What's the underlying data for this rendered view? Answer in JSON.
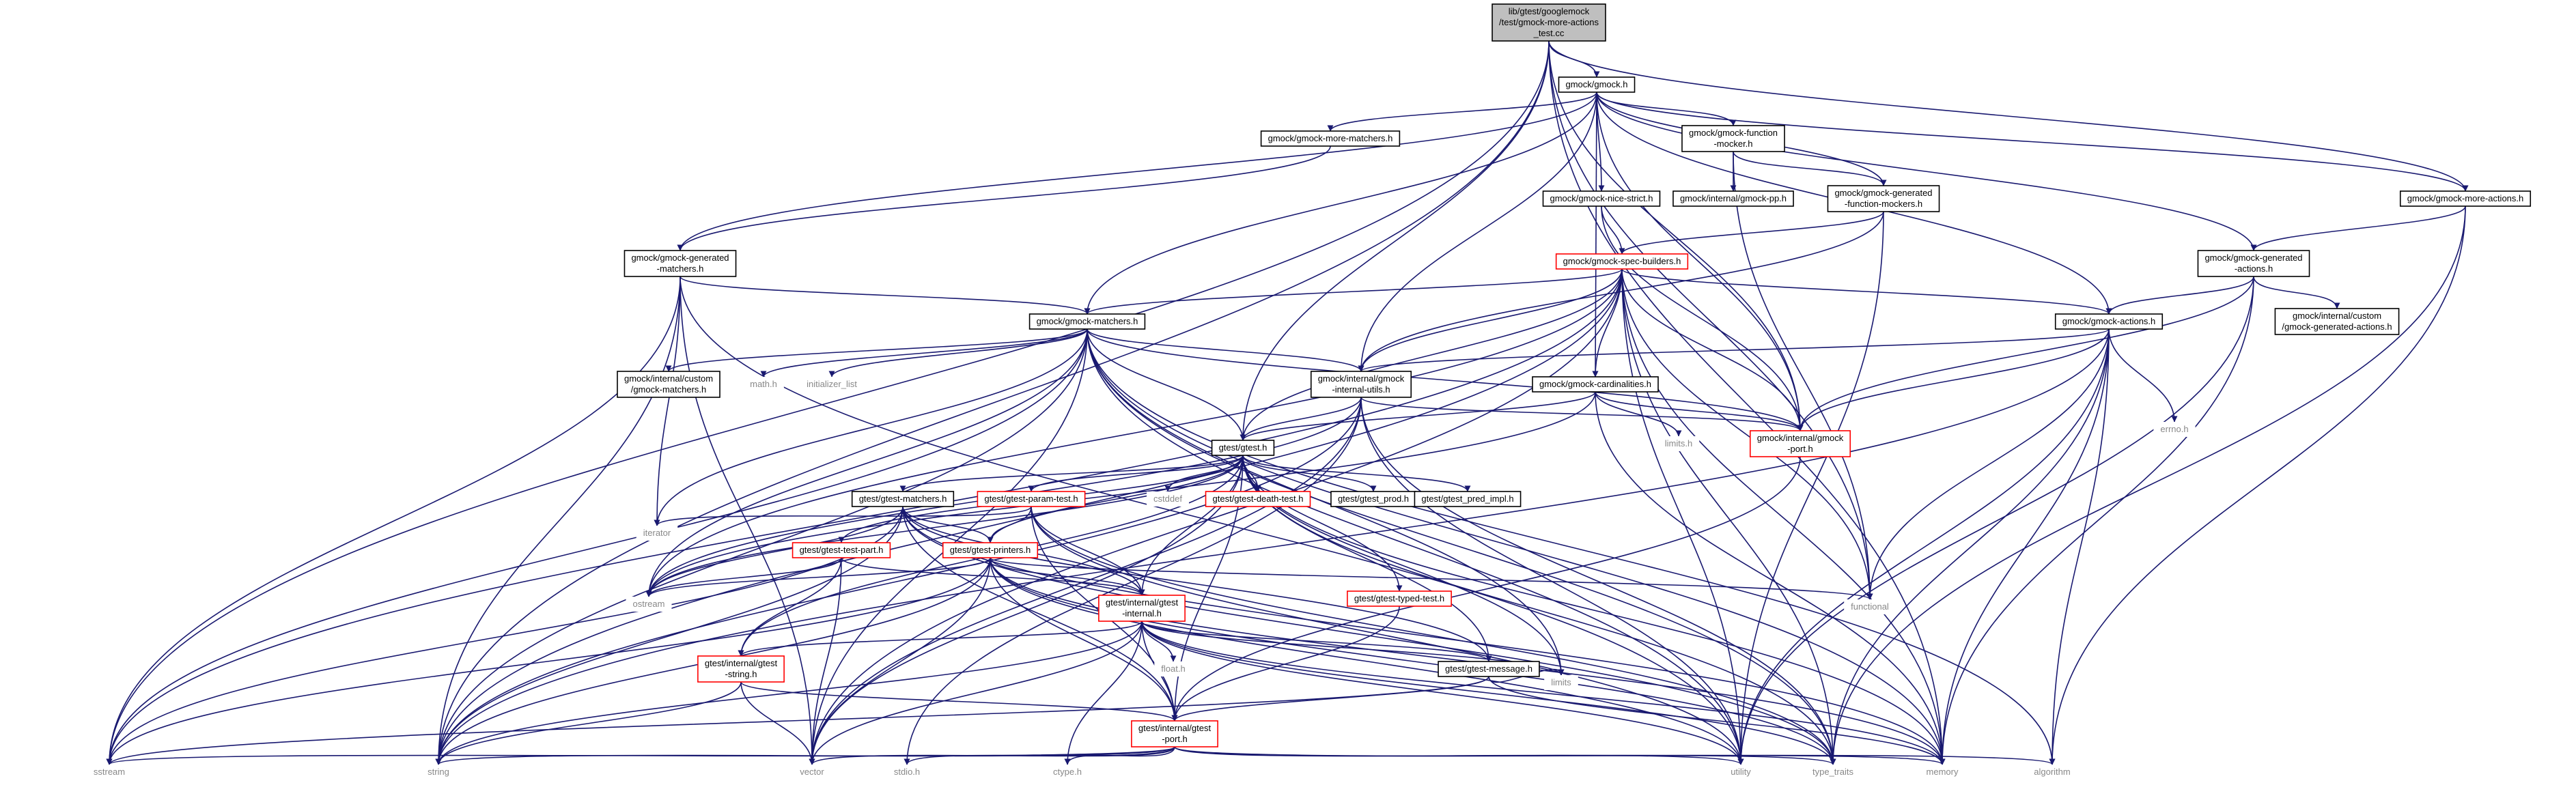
{
  "graph": {
    "colors": {
      "edge": "#191970",
      "root_fill": "#bfbfbf",
      "box_border": "#000000",
      "missing_border": "#ff0000",
      "plain_text": "#888888"
    },
    "nodes": [
      {
        "id": "root",
        "kind": "root",
        "lines": [
          "lib/gtest/googlemock",
          "/test/gmock-more-actions",
          "_test.cc"
        ]
      },
      {
        "id": "gmock_h",
        "kind": "box",
        "lines": [
          "gmock/gmock.h"
        ]
      },
      {
        "id": "more_matchers",
        "kind": "box",
        "lines": [
          "gmock/gmock-more-matchers.h"
        ]
      },
      {
        "id": "function_mocker",
        "kind": "box",
        "lines": [
          "gmock/gmock-function",
          "-mocker.h"
        ]
      },
      {
        "id": "nice_strict",
        "kind": "box",
        "lines": [
          "gmock/gmock-nice-strict.h"
        ]
      },
      {
        "id": "gmock_pp",
        "kind": "box",
        "lines": [
          "gmock/internal/gmock-pp.h"
        ]
      },
      {
        "id": "gen_fn_mockers",
        "kind": "box",
        "lines": [
          "gmock/gmock-generated",
          "-function-mockers.h"
        ]
      },
      {
        "id": "more_actions",
        "kind": "box",
        "lines": [
          "gmock/gmock-more-actions.h"
        ]
      },
      {
        "id": "gen_matchers",
        "kind": "box",
        "lines": [
          "gmock/gmock-generated",
          "-matchers.h"
        ]
      },
      {
        "id": "spec_builders",
        "kind": "red",
        "lines": [
          "gmock/gmock-spec-builders.h"
        ]
      },
      {
        "id": "gen_actions",
        "kind": "box",
        "lines": [
          "gmock/gmock-generated",
          "-actions.h"
        ]
      },
      {
        "id": "custom_gen_actions",
        "kind": "box",
        "lines": [
          "gmock/internal/custom",
          "/gmock-generated-actions.h"
        ]
      },
      {
        "id": "matchers",
        "kind": "box",
        "lines": [
          "gmock/gmock-matchers.h"
        ]
      },
      {
        "id": "actions",
        "kind": "box",
        "lines": [
          "gmock/gmock-actions.h"
        ]
      },
      {
        "id": "custom_matchers",
        "kind": "box",
        "lines": [
          "gmock/internal/custom",
          "/gmock-matchers.h"
        ]
      },
      {
        "id": "math_h",
        "kind": "plain",
        "lines": [
          "math.h"
        ]
      },
      {
        "id": "initializer_list",
        "kind": "plain",
        "lines": [
          "initializer_list"
        ]
      },
      {
        "id": "internal_utils",
        "kind": "box",
        "lines": [
          "gmock/internal/gmock",
          "-internal-utils.h"
        ]
      },
      {
        "id": "cardinalities",
        "kind": "box",
        "lines": [
          "gmock/gmock-cardinalities.h"
        ]
      },
      {
        "id": "errno_h",
        "kind": "plain",
        "lines": [
          "errno.h"
        ]
      },
      {
        "id": "limits_h",
        "kind": "plain",
        "lines": [
          "limits.h"
        ]
      },
      {
        "id": "gmock_port",
        "kind": "red",
        "lines": [
          "gmock/internal/gmock",
          "-port.h"
        ]
      },
      {
        "id": "gtest_h",
        "kind": "box",
        "lines": [
          "gtest/gtest.h"
        ]
      },
      {
        "id": "cstddef",
        "kind": "plain",
        "lines": [
          "cstddef"
        ]
      },
      {
        "id": "death_test",
        "kind": "red",
        "lines": [
          "gtest/gtest-death-test.h"
        ]
      },
      {
        "id": "gtest_prod",
        "kind": "box",
        "lines": [
          "gtest/gtest_prod.h"
        ]
      },
      {
        "id": "pred_impl",
        "kind": "box",
        "lines": [
          "gtest/gtest_pred_impl.h"
        ]
      },
      {
        "id": "gtest_matchers",
        "kind": "box",
        "lines": [
          "gtest/gtest-matchers.h"
        ]
      },
      {
        "id": "param_test",
        "kind": "red",
        "lines": [
          "gtest/gtest-param-test.h"
        ]
      },
      {
        "id": "iterator",
        "kind": "plain",
        "lines": [
          "iterator"
        ]
      },
      {
        "id": "test_part",
        "kind": "red",
        "lines": [
          "gtest/gtest-test-part.h"
        ]
      },
      {
        "id": "printers",
        "kind": "red",
        "lines": [
          "gtest/gtest-printers.h"
        ]
      },
      {
        "id": "typed_test",
        "kind": "red",
        "lines": [
          "gtest/gtest-typed-test.h"
        ]
      },
      {
        "id": "ostream",
        "kind": "plain",
        "lines": [
          "ostream"
        ]
      },
      {
        "id": "gtest_internal",
        "kind": "red",
        "lines": [
          "gtest/internal/gtest",
          "-internal.h"
        ]
      },
      {
        "id": "float_h",
        "kind": "plain",
        "lines": [
          "float.h"
        ]
      },
      {
        "id": "functional",
        "kind": "plain",
        "lines": [
          "functional"
        ]
      },
      {
        "id": "gtest_message",
        "kind": "box",
        "lines": [
          "gtest/gtest-message.h"
        ]
      },
      {
        "id": "gtest_string",
        "kind": "red",
        "lines": [
          "gtest/internal/gtest",
          "-string.h"
        ]
      },
      {
        "id": "limits",
        "kind": "plain",
        "lines": [
          "limits"
        ]
      },
      {
        "id": "gtest_port",
        "kind": "red",
        "lines": [
          "gtest/internal/gtest",
          "-port.h"
        ]
      },
      {
        "id": "sstream",
        "kind": "plain",
        "lines": [
          "sstream"
        ]
      },
      {
        "id": "string",
        "kind": "plain",
        "lines": [
          "string"
        ]
      },
      {
        "id": "vector",
        "kind": "plain",
        "lines": [
          "vector"
        ]
      },
      {
        "id": "stdio_h",
        "kind": "plain",
        "lines": [
          "stdio.h"
        ]
      },
      {
        "id": "ctype_h",
        "kind": "plain",
        "lines": [
          "ctype.h"
        ]
      },
      {
        "id": "utility",
        "kind": "plain",
        "lines": [
          "utility"
        ]
      },
      {
        "id": "type_traits",
        "kind": "plain",
        "lines": [
          "type_traits"
        ]
      },
      {
        "id": "memory",
        "kind": "plain",
        "lines": [
          "memory"
        ]
      },
      {
        "id": "algorithm",
        "kind": "plain",
        "lines": [
          "algorithm"
        ]
      }
    ],
    "edges": [
      [
        "root",
        "gmock_h"
      ],
      [
        "root",
        "gtest_h"
      ],
      [
        "root",
        "more_actions"
      ],
      [
        "root",
        "sstream"
      ],
      [
        "root",
        "string"
      ],
      [
        "root",
        "functional"
      ],
      [
        "root",
        "memory"
      ],
      [
        "root",
        "gmock_port"
      ],
      [
        "gmock_h",
        "more_matchers"
      ],
      [
        "gmock_h",
        "function_mocker"
      ],
      [
        "gmock_h",
        "nice_strict"
      ],
      [
        "gmock_h",
        "gen_fn_mockers"
      ],
      [
        "gmock_h",
        "gen_matchers"
      ],
      [
        "gmock_h",
        "gen_actions"
      ],
      [
        "gmock_h",
        "more_actions"
      ],
      [
        "gmock_h",
        "matchers"
      ],
      [
        "gmock_h",
        "actions"
      ],
      [
        "gmock_h",
        "cardinalities"
      ],
      [
        "gmock_h",
        "internal_utils"
      ],
      [
        "gmock_h",
        "gmock_port"
      ],
      [
        "more_matchers",
        "gen_matchers"
      ],
      [
        "function_mocker",
        "gmock_pp"
      ],
      [
        "function_mocker",
        "gen_fn_mockers"
      ],
      [
        "function_mocker",
        "functional"
      ],
      [
        "nice_strict",
        "spec_builders"
      ],
      [
        "nice_strict",
        "gmock_port"
      ],
      [
        "gen_fn_mockers",
        "spec_builders"
      ],
      [
        "gen_fn_mockers",
        "internal_utils"
      ],
      [
        "gen_fn_mockers",
        "utility"
      ],
      [
        "more_actions",
        "gen_actions"
      ],
      [
        "more_actions",
        "algorithm"
      ],
      [
        "more_actions",
        "type_traits"
      ],
      [
        "gen_matchers",
        "matchers"
      ],
      [
        "gen_matchers",
        "iterator"
      ],
      [
        "gen_matchers",
        "sstream"
      ],
      [
        "gen_matchers",
        "string"
      ],
      [
        "gen_matchers",
        "vector"
      ],
      [
        "gen_matchers",
        "utility"
      ],
      [
        "spec_builders",
        "matchers"
      ],
      [
        "spec_builders",
        "actions"
      ],
      [
        "spec_builders",
        "cardinalities"
      ],
      [
        "spec_builders",
        "internal_utils"
      ],
      [
        "spec_builders",
        "gmock_port"
      ],
      [
        "spec_builders",
        "gtest_h"
      ],
      [
        "spec_builders",
        "functional"
      ],
      [
        "spec_builders",
        "memory"
      ],
      [
        "spec_builders",
        "utility"
      ],
      [
        "spec_builders",
        "type_traits"
      ],
      [
        "spec_builders",
        "sstream"
      ],
      [
        "spec_builders",
        "string"
      ],
      [
        "spec_builders",
        "vector"
      ],
      [
        "spec_builders",
        "ostream"
      ],
      [
        "gen_actions",
        "custom_gen_actions"
      ],
      [
        "gen_actions",
        "actions"
      ],
      [
        "gen_actions",
        "gmock_port"
      ],
      [
        "gen_actions",
        "memory"
      ],
      [
        "gen_actions",
        "utility"
      ],
      [
        "matchers",
        "custom_matchers"
      ],
      [
        "matchers",
        "math_h"
      ],
      [
        "matchers",
        "initializer_list"
      ],
      [
        "matchers",
        "internal_utils"
      ],
      [
        "matchers",
        "gmock_port"
      ],
      [
        "matchers",
        "gtest_h"
      ],
      [
        "matchers",
        "iterator"
      ],
      [
        "matchers",
        "sstream"
      ],
      [
        "matchers",
        "string"
      ],
      [
        "matchers",
        "vector"
      ],
      [
        "matchers",
        "ostream"
      ],
      [
        "matchers",
        "memory"
      ],
      [
        "matchers",
        "utility"
      ],
      [
        "matchers",
        "type_traits"
      ],
      [
        "matchers",
        "limits"
      ],
      [
        "matchers",
        "algorithm"
      ],
      [
        "actions",
        "internal_utils"
      ],
      [
        "actions",
        "gmock_port"
      ],
      [
        "actions",
        "errno_h"
      ],
      [
        "actions",
        "functional"
      ],
      [
        "actions",
        "memory"
      ],
      [
        "actions",
        "utility"
      ],
      [
        "actions",
        "type_traits"
      ],
      [
        "actions",
        "algorithm"
      ],
      [
        "actions",
        "string"
      ],
      [
        "internal_utils",
        "gmock_port"
      ],
      [
        "internal_utils",
        "gtest_h"
      ],
      [
        "internal_utils",
        "ostream"
      ],
      [
        "internal_utils",
        "string"
      ],
      [
        "internal_utils",
        "vector"
      ],
      [
        "internal_utils",
        "utility"
      ],
      [
        "internal_utils",
        "type_traits"
      ],
      [
        "internal_utils",
        "stdio_h"
      ],
      [
        "cardinalities",
        "limits_h"
      ],
      [
        "cardinalities",
        "gmock_port"
      ],
      [
        "cardinalities",
        "gtest_h"
      ],
      [
        "cardinalities",
        "memory"
      ],
      [
        "cardinalities",
        "ostream"
      ],
      [
        "gmock_port",
        "gtest_port"
      ],
      [
        "gtest_h",
        "cstddef"
      ],
      [
        "gtest_h",
        "death_test"
      ],
      [
        "gtest_h",
        "gtest_prod"
      ],
      [
        "gtest_h",
        "pred_impl"
      ],
      [
        "gtest_h",
        "gtest_matchers"
      ],
      [
        "gtest_h",
        "param_test"
      ],
      [
        "gtest_h",
        "test_part"
      ],
      [
        "gtest_h",
        "printers"
      ],
      [
        "gtest_h",
        "typed_test"
      ],
      [
        "gtest_h",
        "gtest_internal"
      ],
      [
        "gtest_h",
        "gtest_message"
      ],
      [
        "gtest_h",
        "gtest_string"
      ],
      [
        "gtest_h",
        "gtest_port"
      ],
      [
        "gtest_h",
        "ostream"
      ],
      [
        "gtest_h",
        "vector"
      ],
      [
        "gtest_h",
        "limits"
      ],
      [
        "gtest_h",
        "memory"
      ],
      [
        "gtest_h",
        "type_traits"
      ],
      [
        "gtest_matchers",
        "gtest_internal"
      ],
      [
        "gtest_matchers",
        "printers"
      ],
      [
        "gtest_matchers",
        "gtest_message"
      ],
      [
        "gtest_matchers",
        "gtest_port"
      ],
      [
        "gtest_matchers",
        "ostream"
      ],
      [
        "gtest_matchers",
        "string"
      ],
      [
        "gtest_matchers",
        "memory"
      ],
      [
        "gtest_matchers",
        "type_traits"
      ],
      [
        "gtest_matchers",
        "sstream"
      ],
      [
        "param_test",
        "iterator"
      ],
      [
        "param_test",
        "gtest_internal"
      ],
      [
        "param_test",
        "printers"
      ],
      [
        "param_test",
        "gtest_port"
      ],
      [
        "param_test",
        "utility"
      ],
      [
        "param_test",
        "type_traits"
      ],
      [
        "test_part",
        "gtest_internal"
      ],
      [
        "test_part",
        "gtest_string"
      ],
      [
        "test_part",
        "ostream"
      ],
      [
        "test_part",
        "vector"
      ],
      [
        "printers",
        "functional"
      ],
      [
        "printers",
        "gtest_internal"
      ],
      [
        "printers",
        "gtest_port"
      ],
      [
        "printers",
        "ostream"
      ],
      [
        "printers",
        "sstream"
      ],
      [
        "printers",
        "string"
      ],
      [
        "printers",
        "vector"
      ],
      [
        "printers",
        "utility"
      ],
      [
        "printers",
        "type_traits"
      ],
      [
        "printers",
        "memory"
      ],
      [
        "typed_test",
        "gtest_port"
      ],
      [
        "gtest_internal",
        "float_h"
      ],
      [
        "gtest_internal",
        "gtest_message"
      ],
      [
        "gtest_internal",
        "gtest_string"
      ],
      [
        "gtest_internal",
        "gtest_port"
      ],
      [
        "gtest_internal",
        "ctype_h"
      ],
      [
        "gtest_internal",
        "limits"
      ],
      [
        "gtest_internal",
        "string"
      ],
      [
        "gtest_internal",
        "vector"
      ],
      [
        "gtest_internal",
        "utility"
      ],
      [
        "gtest_internal",
        "type_traits"
      ],
      [
        "gtest_internal",
        "memory"
      ],
      [
        "gtest_message",
        "limits"
      ],
      [
        "gtest_message",
        "gtest_port"
      ],
      [
        "gtest_message",
        "memory"
      ],
      [
        "gtest_message",
        "sstream"
      ],
      [
        "gtest_string",
        "gtest_port"
      ],
      [
        "gtest_string",
        "string"
      ],
      [
        "gtest_string",
        "vector"
      ],
      [
        "gtest_port",
        "ctype_h"
      ],
      [
        "gtest_port",
        "stdio_h"
      ],
      [
        "gtest_port",
        "sstream"
      ],
      [
        "gtest_port",
        "string"
      ],
      [
        "gtest_port",
        "vector"
      ],
      [
        "gtest_port",
        "utility"
      ],
      [
        "gtest_port",
        "type_traits"
      ],
      [
        "gtest_port",
        "memory"
      ],
      [
        "gtest_port",
        "algorithm"
      ]
    ]
  }
}
